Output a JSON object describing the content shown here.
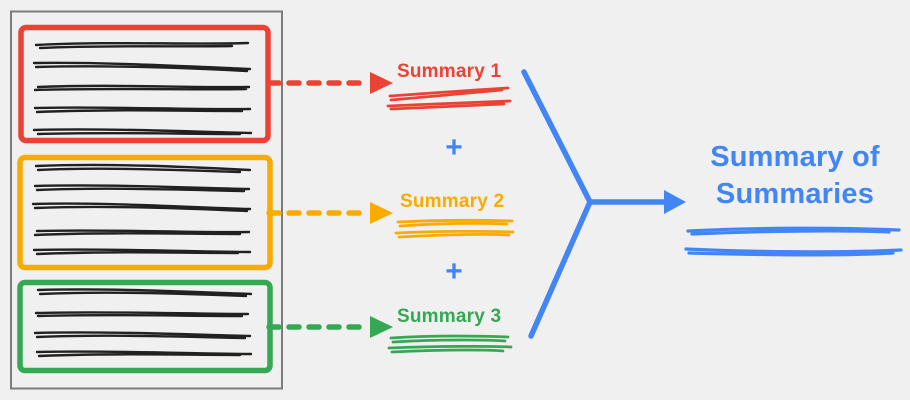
{
  "colors": {
    "background": "#F0F0F0",
    "doc-border": "#7B7B7B",
    "ink": "#212121",
    "red": "#EA4335",
    "orange": "#F9AB00",
    "green": "#34A853",
    "blue": "#4285F4"
  },
  "document": {
    "sections": [
      {
        "id": "section-1",
        "color": "#EA4335",
        "scribble_lines": 5
      },
      {
        "id": "section-2",
        "color": "#F9AB00",
        "scribble_lines": 5
      },
      {
        "id": "section-3",
        "color": "#34A853",
        "scribble_lines": 4
      }
    ]
  },
  "summaries": [
    {
      "label": "Summary 1",
      "color": "#EA4335"
    },
    {
      "label": "Summary 2",
      "color": "#F9AB00"
    },
    {
      "label": "Summary 3",
      "color": "#34A853"
    }
  ],
  "operators": {
    "plus": "+"
  },
  "result": {
    "label": "Summary of Summaries",
    "color": "#4285F4"
  }
}
